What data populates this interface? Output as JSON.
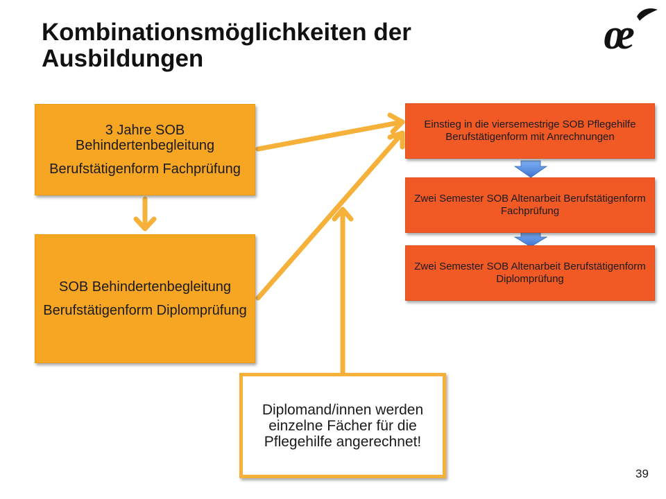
{
  "slide": {
    "title_line1": "Kombinationsmöglichkeiten der",
    "title_line2": "Ausbildungen",
    "page_number": "39",
    "logo_glyph": "œ"
  },
  "boxes": {
    "box1": {
      "line1": "3 Jahre SOB Behindertenbegleitung",
      "line2": "Berufstätigenform Fachprüfung"
    },
    "box2": {
      "line1": "SOB Behindertenbegleitung",
      "line2": "Berufstätigenform Diplomprüfung"
    },
    "step1": "Einstieg in die viersemestrige SOB Pflegehilfe Berufstätigenform mit Anrechnungen",
    "step2": "Zwei Semester SOB Altenarbeit Berufstätigenform Fachprüfung",
    "step3": "Zwei Semester SOB Altenarbeit Berufstätigenform Diplomprüfung",
    "note": "Diplomand/innen werden einzelne Fächer für die Pflegehilfe angerechnet!"
  },
  "colors": {
    "orange_box": "#f6a623",
    "red_box": "#f15a24",
    "arrow": "#f6b13a",
    "blue_arrow": "#4a7fd6"
  }
}
